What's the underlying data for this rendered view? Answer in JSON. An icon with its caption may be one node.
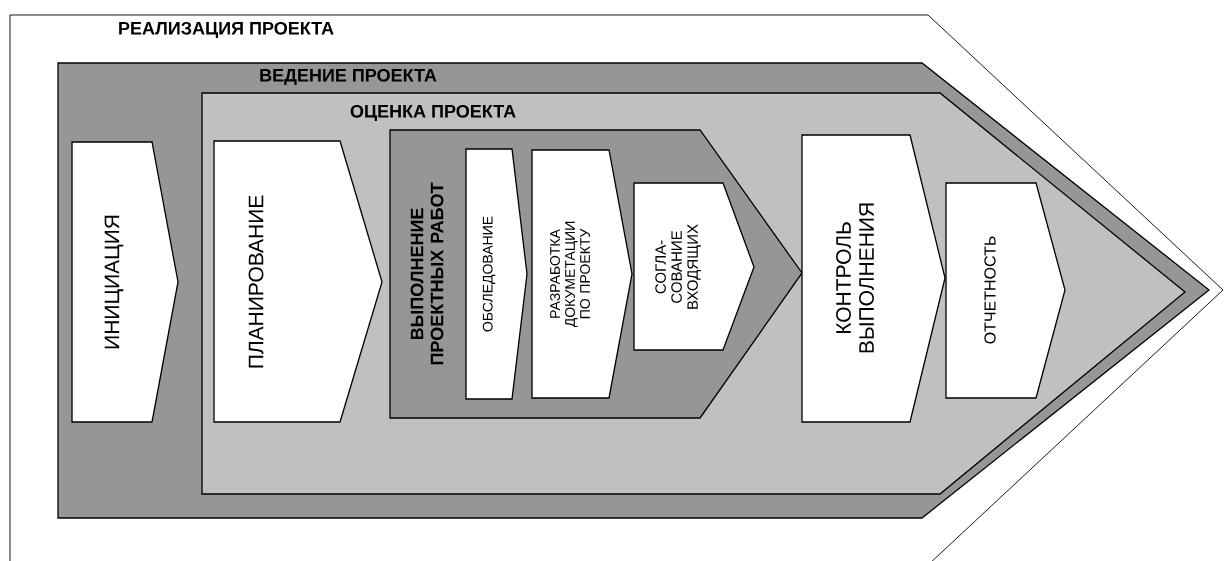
{
  "diagram": {
    "nodes": [
      {
        "text": [
          "РЕАЛИЗАЦИЯ ПРОЕКТА"
        ]
      },
      {
        "text": [
          "ВЕДЕНИЕ ПРОЕКТА"
        ],
        "in": 0
      },
      {
        "text": [
          "ИНИЦИАЦИЯ"
        ],
        "in": 1
      },
      {
        "text": [
          "ОЦЕНКА ПРОЕКТА"
        ],
        "in": 1
      },
      {
        "text": [
          "ПЛАНИРОВАНИЕ"
        ],
        "in": 3
      },
      {
        "text": [
          "ВЫПОЛНЕНИЕ ПРОЕКТНЫХ РАБОТ"
        ],
        "in": 3
      },
      {
        "text": [
          "ОБСЛЕДОВАНИЕ"
        ],
        "in": 5
      },
      {
        "text": [
          "РАЗРАБОТКА ДОКУМЕТАЦИИ ПО ПРОЕКТУ"
        ],
        "in": 5
      },
      {
        "text": [
          "СОГЛА- СОВАНИЕ ВХОДЯЩИХ"
        ],
        "in": 5
      },
      {
        "text": [
          "КОНТРОЛЬ ВЫПОЛНЕНИЯ"
        ],
        "in": 3
      },
      {
        "text": [
          "ОТЧЕТНОСТЬ"
        ],
        "in": 3
      }
    ]
  }
}
